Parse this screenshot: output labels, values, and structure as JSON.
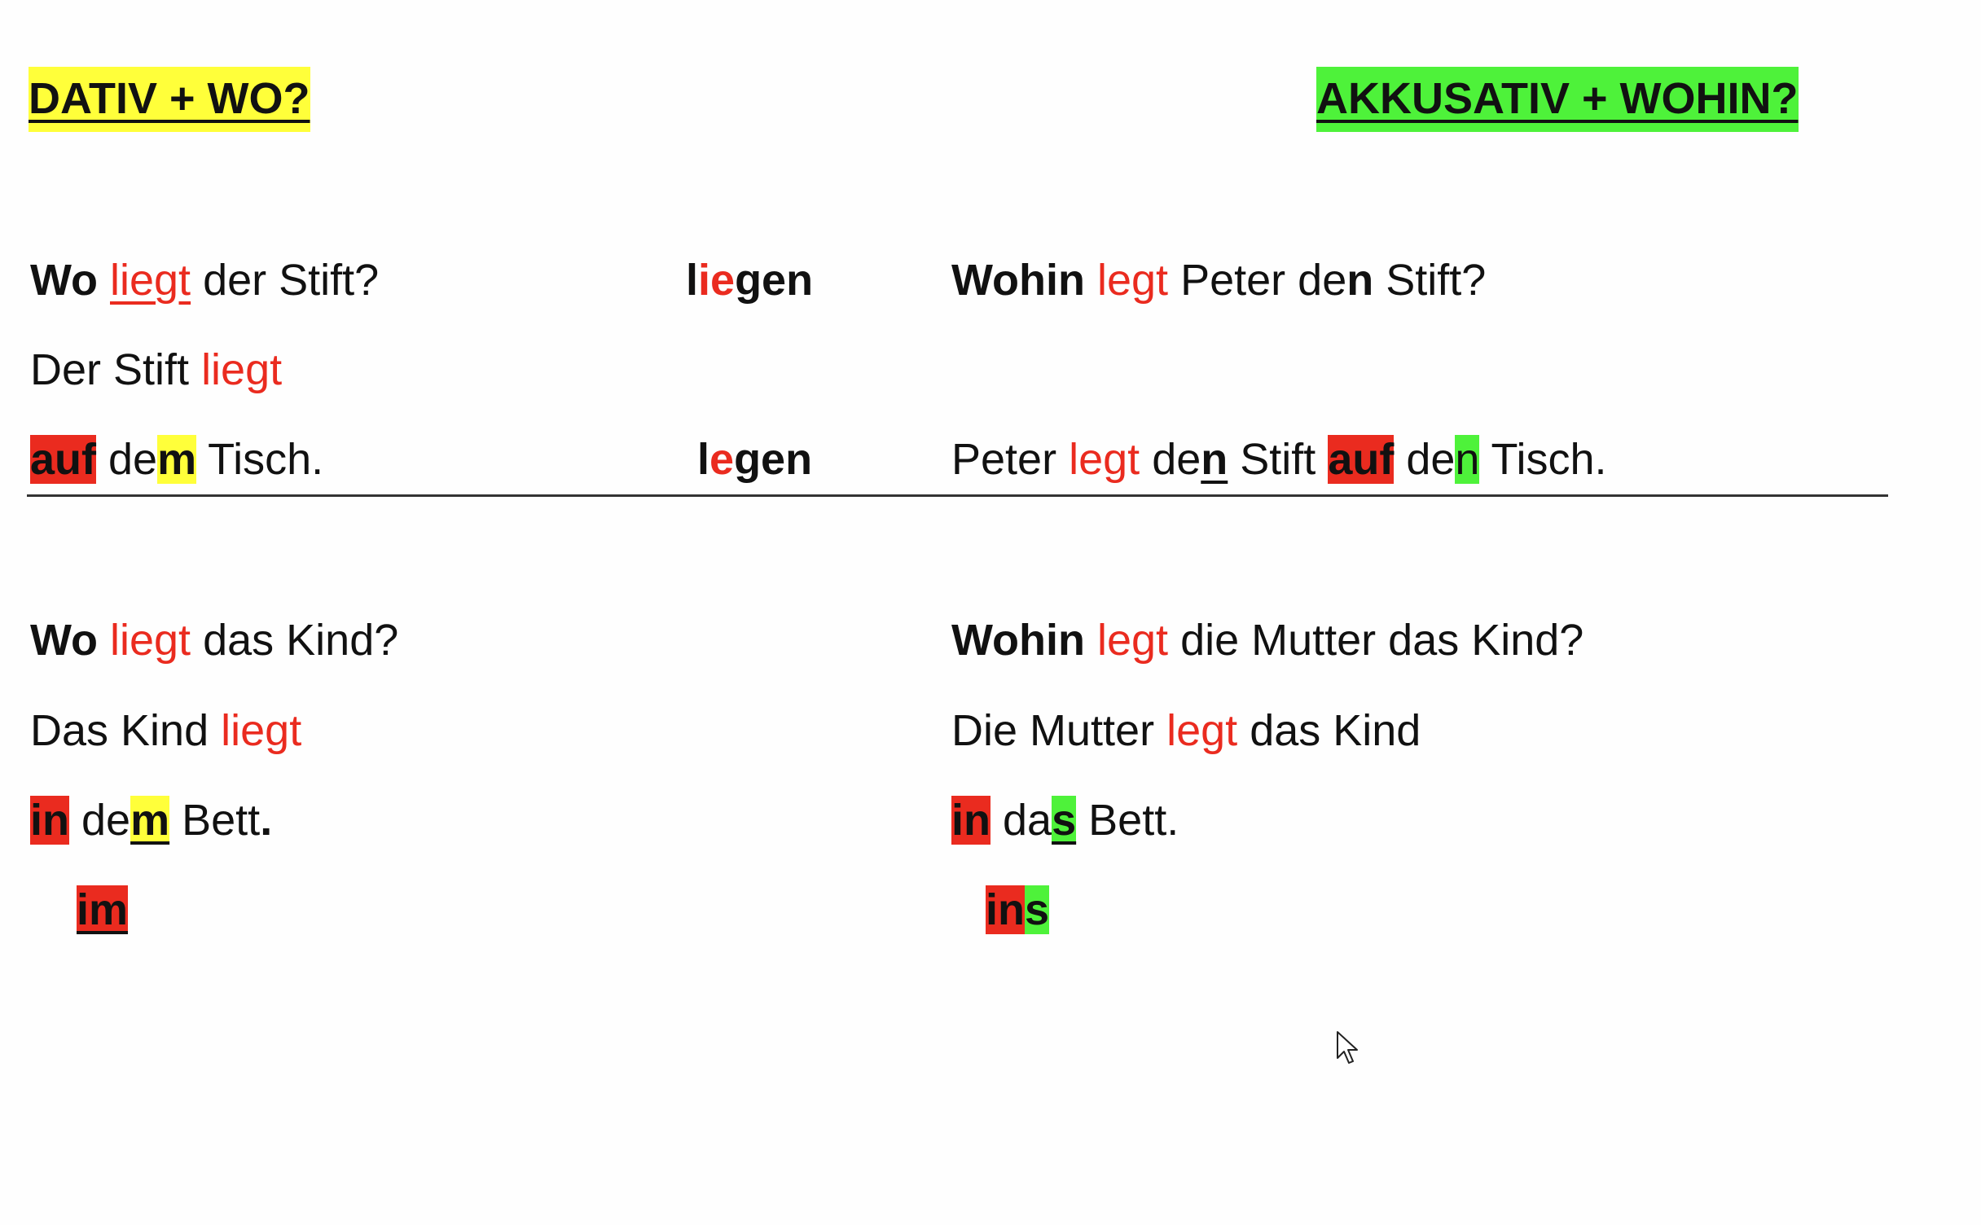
{
  "headings": {
    "dativ": "DATIV + WO?",
    "akkusativ": "AKKUSATIV + WOHIN?"
  },
  "colors": {
    "red_text": "#ea2b1f",
    "red_highlight": "#ea2b1f",
    "yellow_highlight": "#ffff3a",
    "green_highlight": "#4ef23a",
    "rule": "#333333"
  },
  "verbs": {
    "liegen": {
      "prefix": "l",
      "mid": "ie",
      "rest": "gen"
    },
    "legen": {
      "prefix": "l",
      "mid": "e",
      "rest": "gen"
    }
  },
  "block1_left": {
    "question": {
      "wo": "Wo",
      "verb": "liegt",
      "rest": "der Stift?"
    },
    "answer1": {
      "text": "Der Stift",
      "verb": "liegt"
    },
    "answer2": {
      "prep": "auf",
      "art_start": "de",
      "art_end": "m",
      "noun": "Tisch."
    }
  },
  "block1_right": {
    "question": {
      "wohin": "Wohin",
      "verb": "legt",
      "subject": "Peter",
      "art_start": "de",
      "art_end": "n",
      "rest": "Stift?"
    },
    "answer": {
      "subject": "Peter",
      "verb": "legt",
      "art1_start": "de",
      "art1_end": "n",
      "obj": "Stift",
      "prep": "auf",
      "art2_start": "de",
      "art2_end": "n",
      "noun": "Tisch."
    }
  },
  "block2_left": {
    "question": {
      "wo": "Wo",
      "verb": "liegt",
      "rest": "das Kind?"
    },
    "answer1": {
      "text": "Das Kind",
      "verb": "liegt"
    },
    "answer2": {
      "prep": "in",
      "art_start": "de",
      "art_end": "m",
      "noun": "Bett",
      "dot": "."
    },
    "contraction": "im"
  },
  "block2_right": {
    "question": {
      "wohin": "Wohin",
      "verb": "legt",
      "rest": "die Mutter das Kind?"
    },
    "answer1": {
      "text": "Die Mutter",
      "verb": "legt",
      "rest": "das Kind"
    },
    "answer2": {
      "prep": "in",
      "art_start": "da",
      "art_end": "s",
      "noun": "Bett."
    },
    "contraction": {
      "start": "in",
      "end": "s"
    }
  }
}
